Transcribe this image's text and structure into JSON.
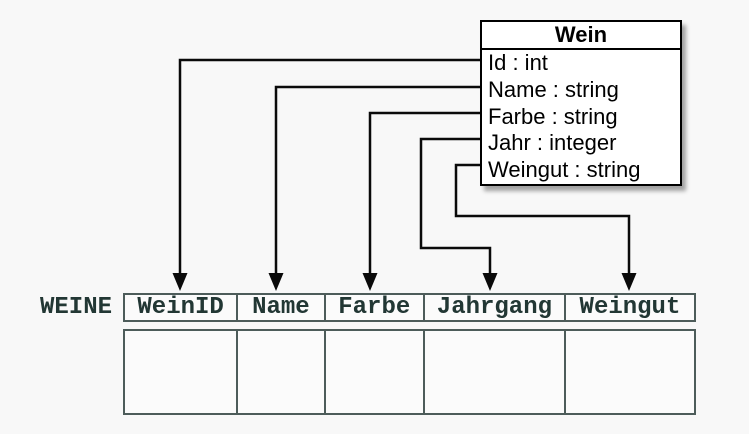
{
  "uml_class": {
    "title": "Wein",
    "attributes": [
      "Id : int",
      "Name : string",
      "Farbe : string",
      "Jahr : integer",
      "Weingut : string"
    ]
  },
  "relation_table": {
    "name": "WEINE",
    "columns": [
      "WeinID",
      "Name",
      "Farbe",
      "Jahrgang",
      "Weingut"
    ],
    "empty_body_rows": 1
  },
  "mappings": [
    {
      "attribute": "Id",
      "column": "WeinID"
    },
    {
      "attribute": "Name",
      "column": "Name"
    },
    {
      "attribute": "Farbe",
      "column": "Farbe"
    },
    {
      "attribute": "Jahr",
      "column": "Jahrgang"
    },
    {
      "attribute": "Weingut",
      "column": "Weingut"
    }
  ],
  "colors": {
    "background": "#f8f8f8",
    "class_box_fill": "#ffffff",
    "class_box_border": "#000000",
    "connector": "#0a0a0a",
    "table_border": "#4d5c5a",
    "table_text": "#223734",
    "cell_fill": "#fbfbfb"
  }
}
